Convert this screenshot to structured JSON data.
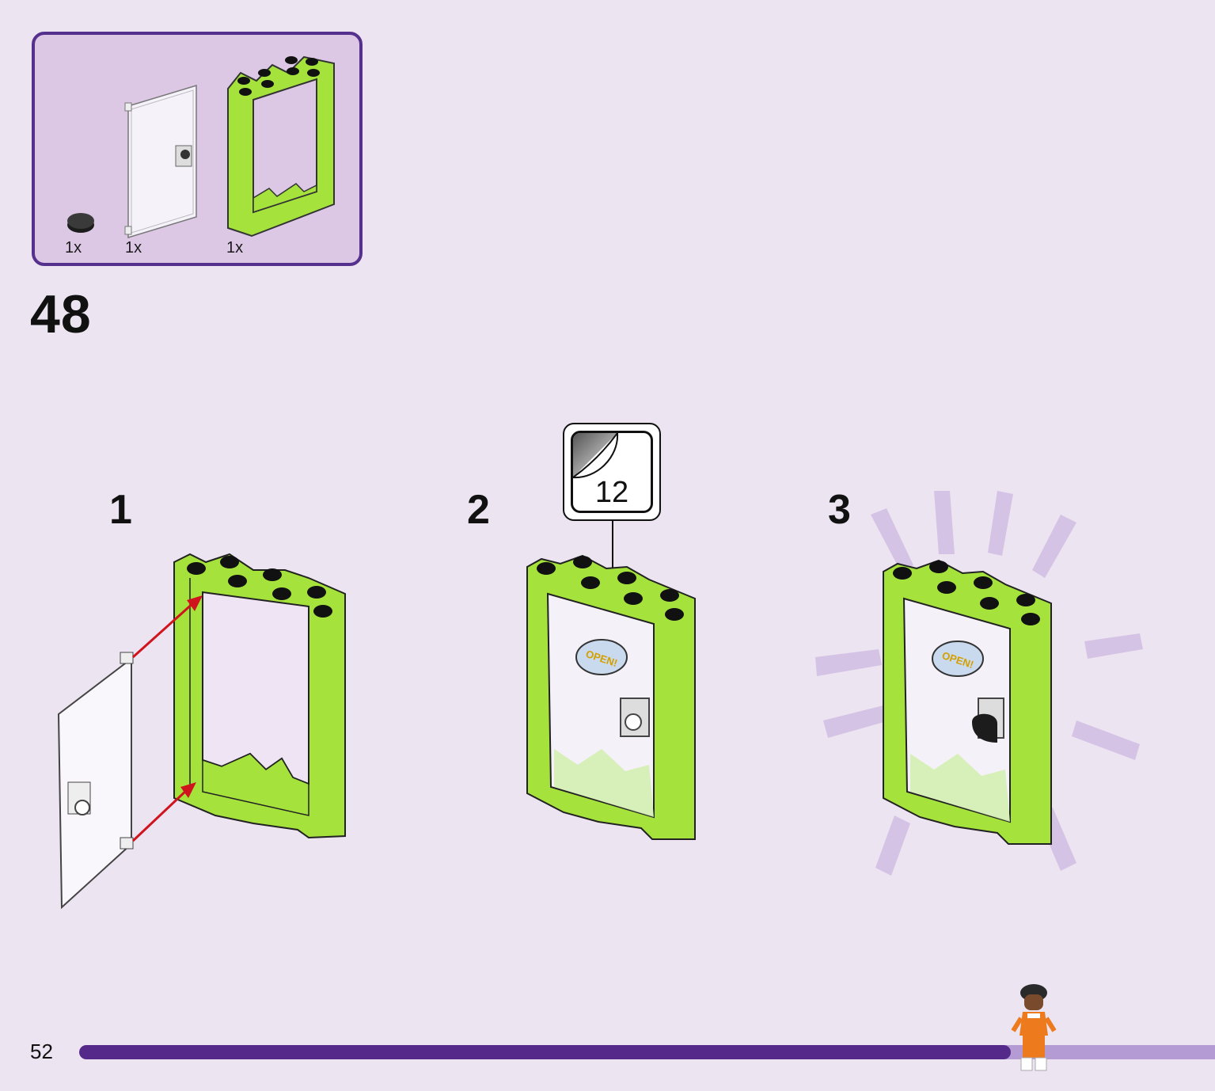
{
  "parts_list": {
    "items": [
      {
        "name": "tile-round",
        "count": "1x"
      },
      {
        "name": "door-panel",
        "count": "1x"
      },
      {
        "name": "door-frame",
        "count": "1x"
      }
    ]
  },
  "step": {
    "number": "48",
    "sub_steps": [
      "1",
      "2",
      "3"
    ]
  },
  "sticker": {
    "number": "12",
    "text": "OPEN!"
  },
  "footer": {
    "page_number": "52",
    "progress": 0.82
  },
  "colors": {
    "background": "#ece4f1",
    "parts_box_fill": "#dcc8e5",
    "accent_purple": "#55318d",
    "brick_green": "#a5e23c",
    "arrow_red": "#d0141e"
  }
}
